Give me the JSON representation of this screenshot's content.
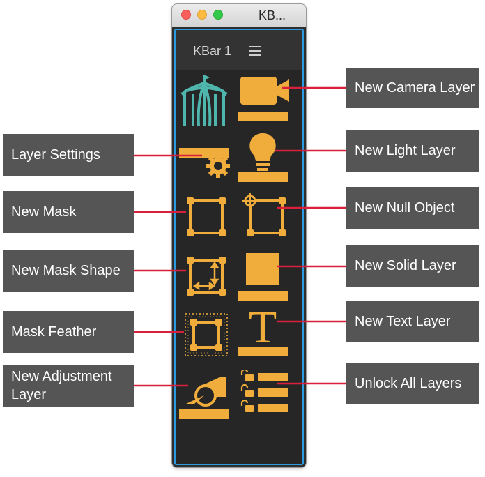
{
  "window": {
    "title": "KB...",
    "panel_title": "KBar 1",
    "accent": "#2b9ae0",
    "icon_color": "#f0ad3c",
    "teal": "#4fb6ad"
  },
  "callouts": {
    "new_camera_layer": "New Camera Layer",
    "layer_settings": "Layer Settings",
    "new_light_layer": "New Light Layer",
    "new_mask": "New Mask",
    "new_null_object": "New Null Object",
    "new_mask_shape": "New Mask Shape",
    "new_solid_layer": "New Solid Layer",
    "mask_feather": "Mask Feather",
    "new_text_layer": "New Text Layer",
    "new_adjustment_layer": "New Adjustment Layer",
    "unlock_all_layers": "Unlock All Layers"
  },
  "icons": {
    "text_glyph": "T"
  }
}
